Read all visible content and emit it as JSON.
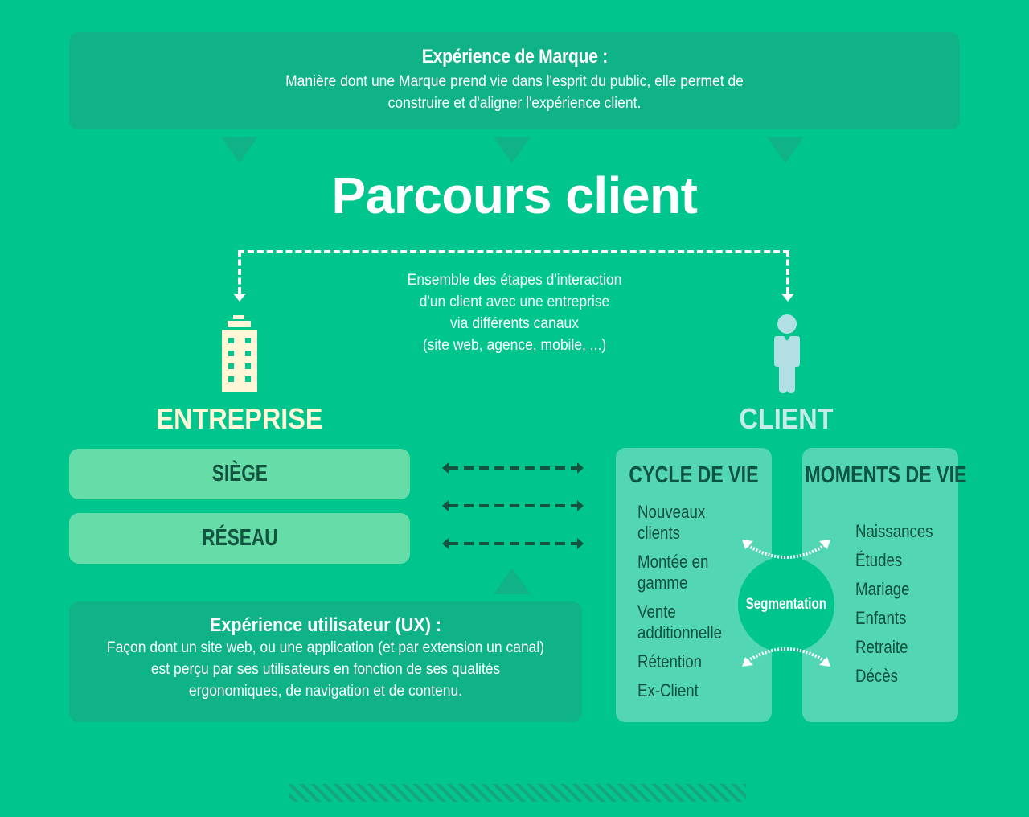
{
  "brand_experience": {
    "title": "Expérience de Marque :",
    "description": "Manière dont une Marque prend vie dans l'esprit du public, elle permet de construire et d'aligner l'expérience client."
  },
  "title": "Parcours client",
  "journey_description": {
    "lines": [
      "Ensemble des étapes d'interaction",
      "d'un client avec une entreprise",
      "via différents canaux",
      "(site web, agence, mobile, ...)"
    ]
  },
  "entreprise": {
    "label": "ENTREPRISE",
    "icon": "building-icon",
    "items": [
      "SIÈGE",
      "RÉSEAU"
    ]
  },
  "client": {
    "label": "CLIENT",
    "icon": "person-icon"
  },
  "ux_experience": {
    "title": "Expérience utilisateur (UX) :",
    "description": "Façon dont un site web, ou une application (et par extension un canal) est perçu par ses utilisateurs en fonction de ses qualités ergonomiques, de navigation et de contenu."
  },
  "cycle_de_vie": {
    "title": "CYCLE DE VIE",
    "items": [
      "Nouveaux clients",
      "Montée en gamme",
      "Vente additionnelle",
      "Rétention",
      "Ex-Client"
    ]
  },
  "moments_de_vie": {
    "title": "MOMENTS DE VIE",
    "items": [
      "Naissances",
      "Études",
      "Mariage",
      "Enfants",
      "Retraite",
      "Décès"
    ]
  },
  "segmentation": {
    "label": "Segmentation"
  },
  "colors": {
    "background": "#00c58c",
    "dark_box": "#10b287",
    "pill": "#66dda8",
    "panel": "#52d6b3",
    "dark_text": "#13533f",
    "entreprise_label": "#fff7d6",
    "client_label": "#c6ecea"
  }
}
